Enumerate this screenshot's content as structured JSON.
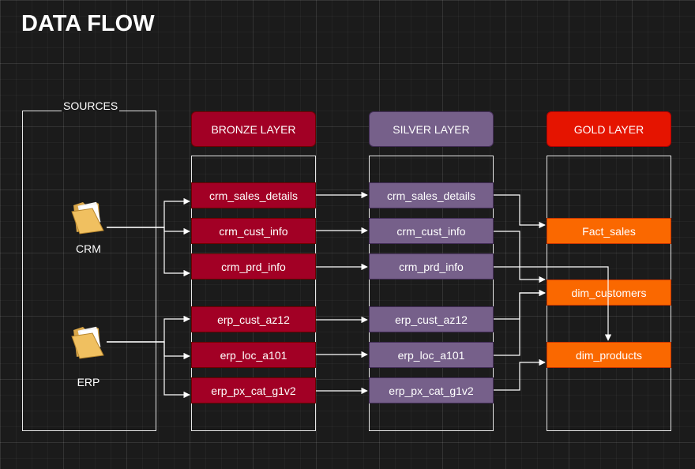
{
  "title": "DATA FLOW",
  "sources": {
    "label": "SOURCES",
    "items": [
      {
        "label": "CRM",
        "icon": "folder-icon"
      },
      {
        "label": "ERP",
        "icon": "folder-icon"
      }
    ]
  },
  "layers": {
    "bronze": {
      "label": "BRONZE LAYER",
      "color": "#a20025",
      "tables": [
        "crm_sales_details",
        "crm_cust_info",
        "crm_prd_info",
        "erp_cust_az12",
        "erp_loc_a101",
        "erp_px_cat_g1v2"
      ]
    },
    "silver": {
      "label": "SILVER LAYER",
      "color": "#76608a",
      "tables": [
        "crm_sales_details",
        "crm_cust_info",
        "crm_prd_info",
        "erp_cust_az12",
        "erp_loc_a101",
        "erp_px_cat_g1v2"
      ]
    },
    "gold": {
      "label": "GOLD LAYER",
      "color": "#e51400",
      "table_color": "#fa6800",
      "tables": [
        "Fact_sales",
        "dim_customers",
        "dim_products"
      ]
    }
  }
}
